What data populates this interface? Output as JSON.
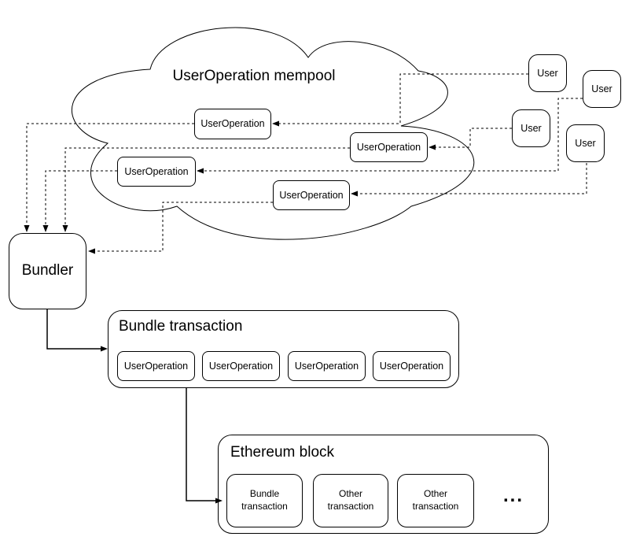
{
  "mempool": {
    "title": "UserOperation mempool",
    "nodes": [
      "UserOperation",
      "UserOperation",
      "UserOperation",
      "UserOperation"
    ]
  },
  "users": [
    "User",
    "User",
    "User",
    "User"
  ],
  "bundler": {
    "label": "Bundler"
  },
  "bundle_transaction": {
    "title": "Bundle transaction",
    "nodes": [
      "UserOperation",
      "UserOperation",
      "UserOperation",
      "UserOperation"
    ]
  },
  "ethereum_block": {
    "title": "Ethereum block",
    "transactions": [
      "Bundle transaction",
      "Other transaction",
      "Other transaction"
    ],
    "more_indicator": "..."
  },
  "colors": {
    "stroke": "#000000",
    "background": "#ffffff"
  }
}
